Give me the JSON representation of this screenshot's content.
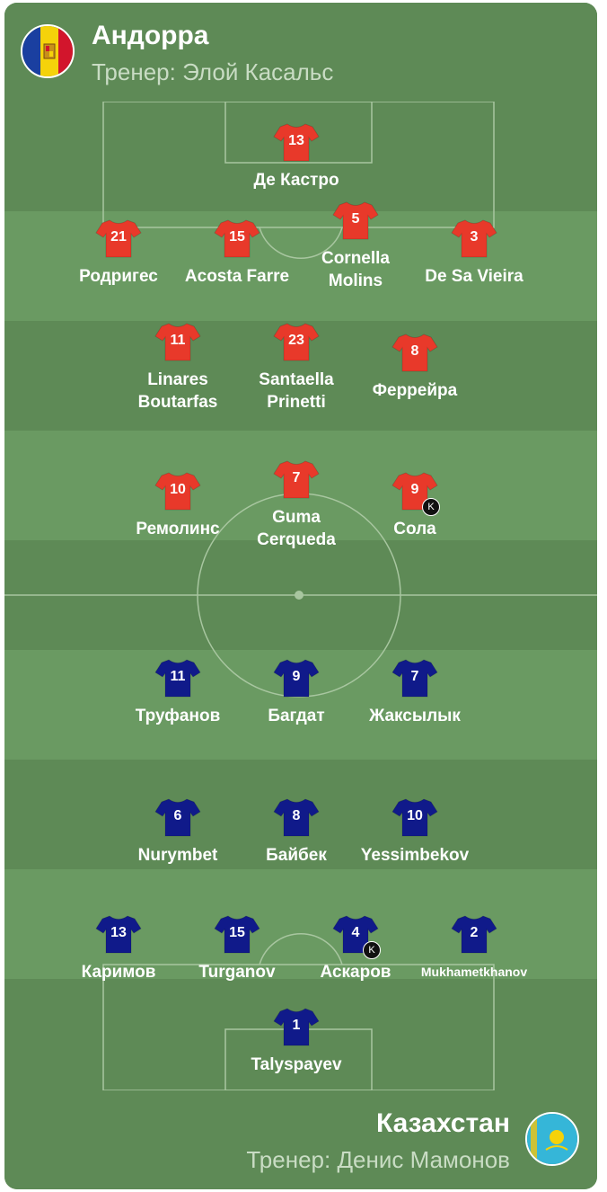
{
  "home": {
    "name": "Андорра",
    "coach": "Тренер: Элой Касальс",
    "shirt_color": "#e8392a",
    "flag_icon": "andorra-flag-icon",
    "players": [
      {
        "number": "13",
        "name": "Де Кастро",
        "captain": false
      },
      {
        "number": "21",
        "name": "Родригес",
        "captain": false
      },
      {
        "number": "15",
        "name": "Acosta Farre",
        "captain": false
      },
      {
        "number": "5",
        "name": "Cornella\nMolins",
        "captain": false
      },
      {
        "number": "3",
        "name": "De Sa Vieira",
        "captain": false
      },
      {
        "number": "11",
        "name": "Linares\nBoutarfas",
        "captain": false
      },
      {
        "number": "23",
        "name": "Santaella\nPrinetti",
        "captain": false
      },
      {
        "number": "8",
        "name": "Феррейра",
        "captain": false
      },
      {
        "number": "10",
        "name": "Ремолинс",
        "captain": false
      },
      {
        "number": "7",
        "name": "Guma\nCerqueda",
        "captain": false
      },
      {
        "number": "9",
        "name": "Сола",
        "captain": true
      }
    ]
  },
  "away": {
    "name": "Казахстан",
    "coach": "Тренер: Денис Мамонов",
    "shirt_color": "#101a8a",
    "flag_icon": "kazakhstan-flag-icon",
    "players": [
      {
        "number": "11",
        "name": "Труфанов",
        "captain": false
      },
      {
        "number": "9",
        "name": "Багдат",
        "captain": false
      },
      {
        "number": "7",
        "name": "Жаксылык",
        "captain": false
      },
      {
        "number": "6",
        "name": "Nurymbet",
        "captain": false
      },
      {
        "number": "8",
        "name": "Байбек",
        "captain": false
      },
      {
        "number": "10",
        "name": "Yessimbekov",
        "captain": false
      },
      {
        "number": "13",
        "name": "Каримов",
        "captain": false
      },
      {
        "number": "15",
        "name": "Turganov",
        "captain": false
      },
      {
        "number": "4",
        "name": "Аскаров",
        "captain": true
      },
      {
        "number": "2",
        "name": "Mukhametkhanov",
        "captain": false
      },
      {
        "number": "1",
        "name": "Talyspayev",
        "captain": false
      }
    ]
  },
  "captain_mark": "K",
  "colors": {
    "pitch_light": "#6a9a62",
    "pitch_dark": "#5e8a56",
    "lines": "#a8c6a0"
  }
}
